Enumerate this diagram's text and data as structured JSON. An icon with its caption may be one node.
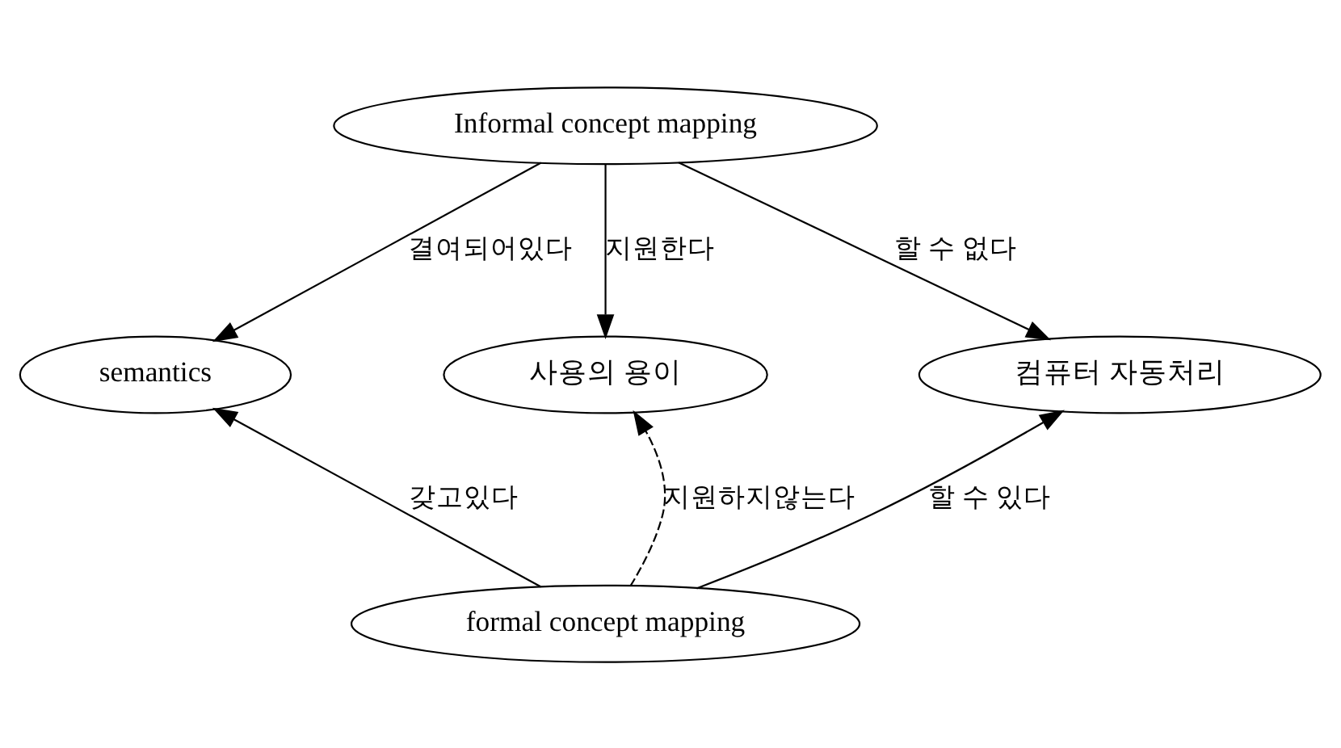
{
  "diagram": {
    "nodes": [
      {
        "text": [
          "Informal concept mapping"
        ]
      },
      {
        "text": [
          "semantics"
        ]
      },
      {
        "text": [
          "사용의 용이"
        ]
      },
      {
        "text": [
          "컴퓨터 자동처리"
        ]
      },
      {
        "text": [
          "formal concept mapping"
        ]
      }
    ],
    "edges": [
      {
        "from": 0,
        "to": 1,
        "arrow": "to",
        "label": "결여되어있다"
      },
      {
        "from": 0,
        "to": 2,
        "arrow": "to",
        "label": "지원한다"
      },
      {
        "from": 0,
        "to": 3,
        "arrow": "to",
        "label": "할 수 없다"
      },
      {
        "from": 4,
        "to": 1,
        "arrow": "to",
        "label": "갖고있다"
      },
      {
        "from": 4,
        "to": 2,
        "arrow": "to",
        "label": "지원하지않는다",
        "style": "dashed"
      },
      {
        "from": 4,
        "to": 3,
        "arrow": "to",
        "label": "할 수 있다"
      }
    ]
  }
}
